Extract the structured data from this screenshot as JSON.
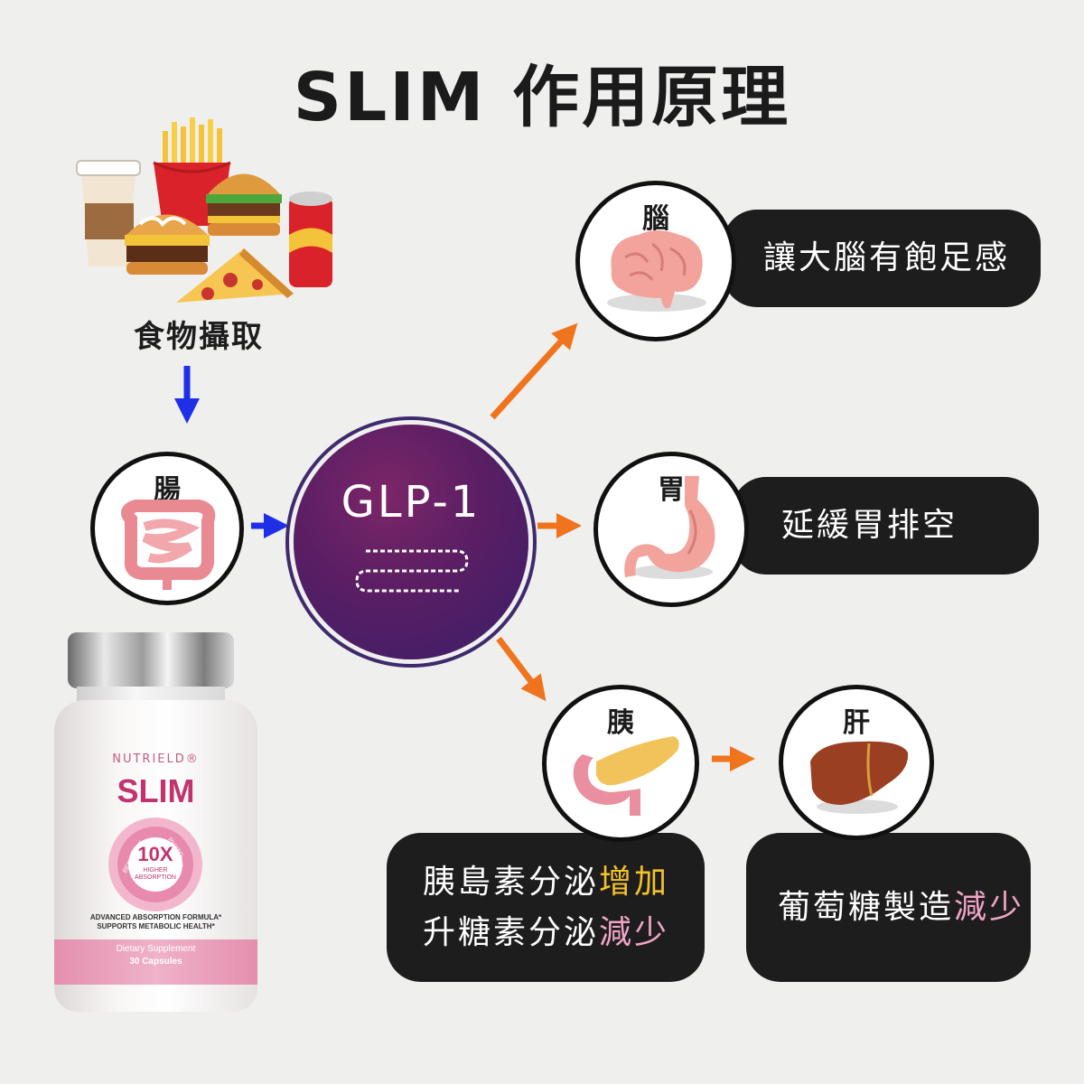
{
  "title": "SLIM 作用原理",
  "food": {
    "label": "食物攝取"
  },
  "glp": {
    "label": "GLP-1"
  },
  "organs": {
    "intestine": {
      "label": "腸"
    },
    "brain": {
      "label": "腦",
      "effect": "讓大腦有飽足感"
    },
    "stomach": {
      "label": "胃",
      "effect": "延緩胃排空"
    },
    "pancreas": {
      "label": "胰",
      "line1_main": "胰島素分泌",
      "line1_highlight": "增加",
      "line2_main": "升糖素分泌",
      "line2_highlight": "減少"
    },
    "liver": {
      "label": "肝",
      "main": "葡萄糖製造",
      "highlight": "減少"
    }
  },
  "product": {
    "brand": "NUTRIELD®",
    "name": "SLIM",
    "badge_main": "10X",
    "badge_sub1": "HIGHER",
    "badge_sub2": "ABSORPTION",
    "ring_left": "BERBERINE",
    "ring_right": "PHYTO-COMPLEX",
    "tag1": "ADVANCED ABSORPTION FORMULA*",
    "tag2": "SUPPORTS METABOLIC HEALTH*",
    "type": "Dietary Supplement",
    "count": "30 Capsules"
  },
  "colors": {
    "arrow_blue": "#1f2fe8",
    "arrow_orange": "#f0731d",
    "pill_bg": "#1d1d1d",
    "highlight_yellow": "#f3c22b",
    "highlight_pink": "#f0a4c6"
  }
}
